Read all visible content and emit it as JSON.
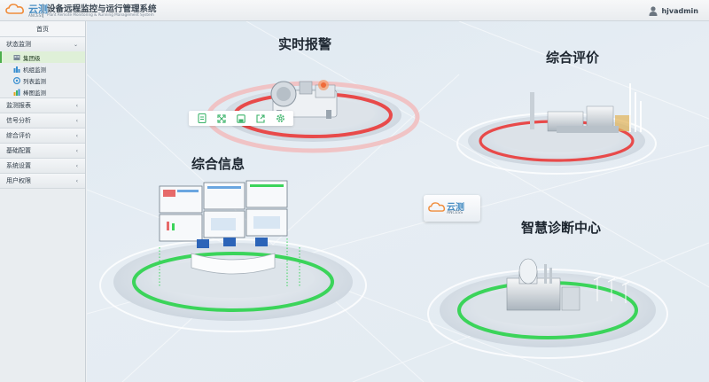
{
  "header": {
    "logo_brand": "云测",
    "logo_sub": "ANCESS",
    "title": "设备远程监控与运行管理系统",
    "subtitle": "Plant Remote Monitoring & Running Management System",
    "username": "hjvadmin"
  },
  "sidebar": {
    "home": "首页",
    "groups": [
      {
        "label": "状态监测",
        "expanded": true,
        "items": [
          {
            "label": "集团级",
            "active": true,
            "icon": "group-icon"
          },
          {
            "label": "机组监测",
            "active": false,
            "icon": "unit-icon"
          },
          {
            "label": "列表监测",
            "active": false,
            "icon": "list-icon"
          },
          {
            "label": "棒图监测",
            "active": false,
            "icon": "bar-chart-icon"
          }
        ]
      },
      {
        "label": "监测报表",
        "expanded": false
      },
      {
        "label": "信号分析",
        "expanded": false
      },
      {
        "label": "综合评价",
        "expanded": false
      },
      {
        "label": "基础配置",
        "expanded": false
      },
      {
        "label": "系统设置",
        "expanded": false
      },
      {
        "label": "用户权限",
        "expanded": false
      }
    ]
  },
  "scene": {
    "modules": {
      "alarm": "实时报警",
      "evaluation": "综合评价",
      "info": "综合信息",
      "diagnosis": "智慧诊断中心"
    },
    "toolbar_icons": [
      "document-icon",
      "expand-icon",
      "save-icon",
      "export-icon",
      "settings-icon"
    ],
    "badge_brand": "云测",
    "badge_sub": "ANCESS",
    "colors": {
      "alarm_ring": "#e84a4a",
      "ok_ring": "#3bd45a",
      "accent": "#4a8fc4",
      "toolbar_icon": "#3bb36a"
    }
  }
}
